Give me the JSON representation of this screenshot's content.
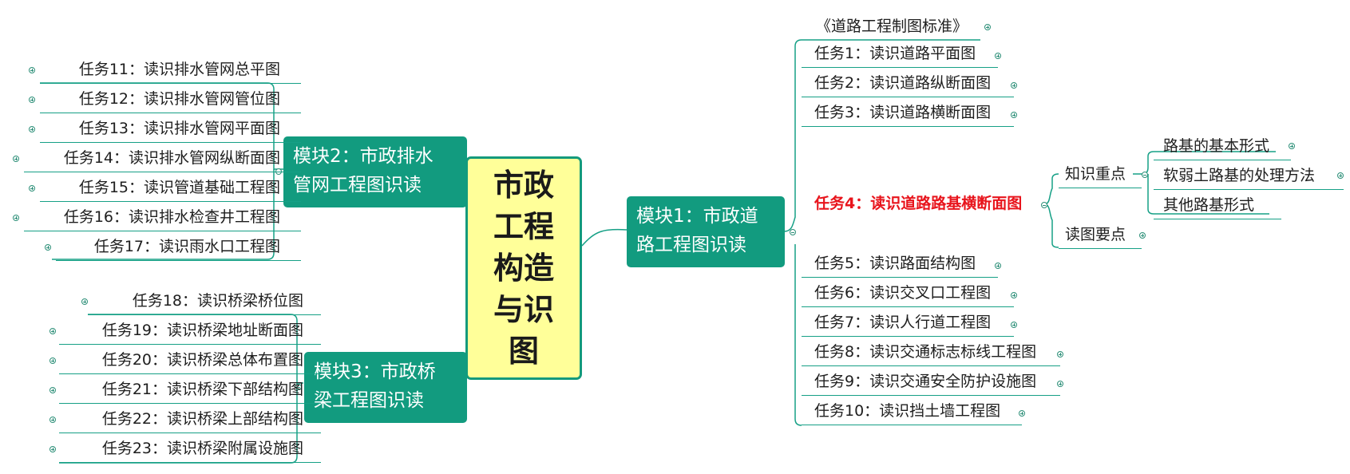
{
  "central": {
    "title": "市政工程构造与识图"
  },
  "module1": {
    "line1": "模块1：市政道",
    "line2": "路工程图识读",
    "tasks": [
      "《道路工程制图标准》",
      "任务1：读识道路平面图",
      "任务2：读识道路纵断面图",
      "任务3：读识道路横断面图",
      "任务4：读识道路路基横断面图",
      "任务5：读识路面结构图",
      "任务6：读识交叉口工程图",
      "任务7：读识人行道工程图",
      "任务8：读识交通标志标线工程图",
      "任务9：读识交通安全防护设施图",
      "任务10：读识挡土墙工程图"
    ],
    "task4_children": {
      "knowledge": "知识重点",
      "reading": "读图要点",
      "knowledge_items": [
        "路基的基本形式",
        "软弱土路基的处理方法",
        "其他路基形式"
      ]
    }
  },
  "module2": {
    "line1": "模块2：市政排水",
    "line2": "管网工程图识读",
    "tasks": [
      "任务11：读识排水管网总平图",
      "任务12：读识排水管网管位图",
      "任务13：读识排水管网平面图",
      "任务14：读识排水管网纵断面图",
      "任务15：读识管道基础工程图",
      "任务16：读识排水检查井工程图",
      "任务17：读识雨水口工程图"
    ]
  },
  "module3": {
    "line1": "模块3：市政桥",
    "line2": "梁工程图识读",
    "tasks": [
      "任务18：读识桥梁桥位图",
      "任务19：读识桥梁地址断面图",
      "任务20：读识桥梁总体布置图",
      "任务21：读识桥梁下部结构图",
      "任务22：读识桥梁上部结构图",
      "任务23：读识桥梁附属设施图"
    ]
  },
  "colors": {
    "module_fill": "#129b7f",
    "central_fill": "#ffff99",
    "central_border": "#149a7c",
    "connector": "#16a086",
    "highlight_text": "#e8141c"
  }
}
